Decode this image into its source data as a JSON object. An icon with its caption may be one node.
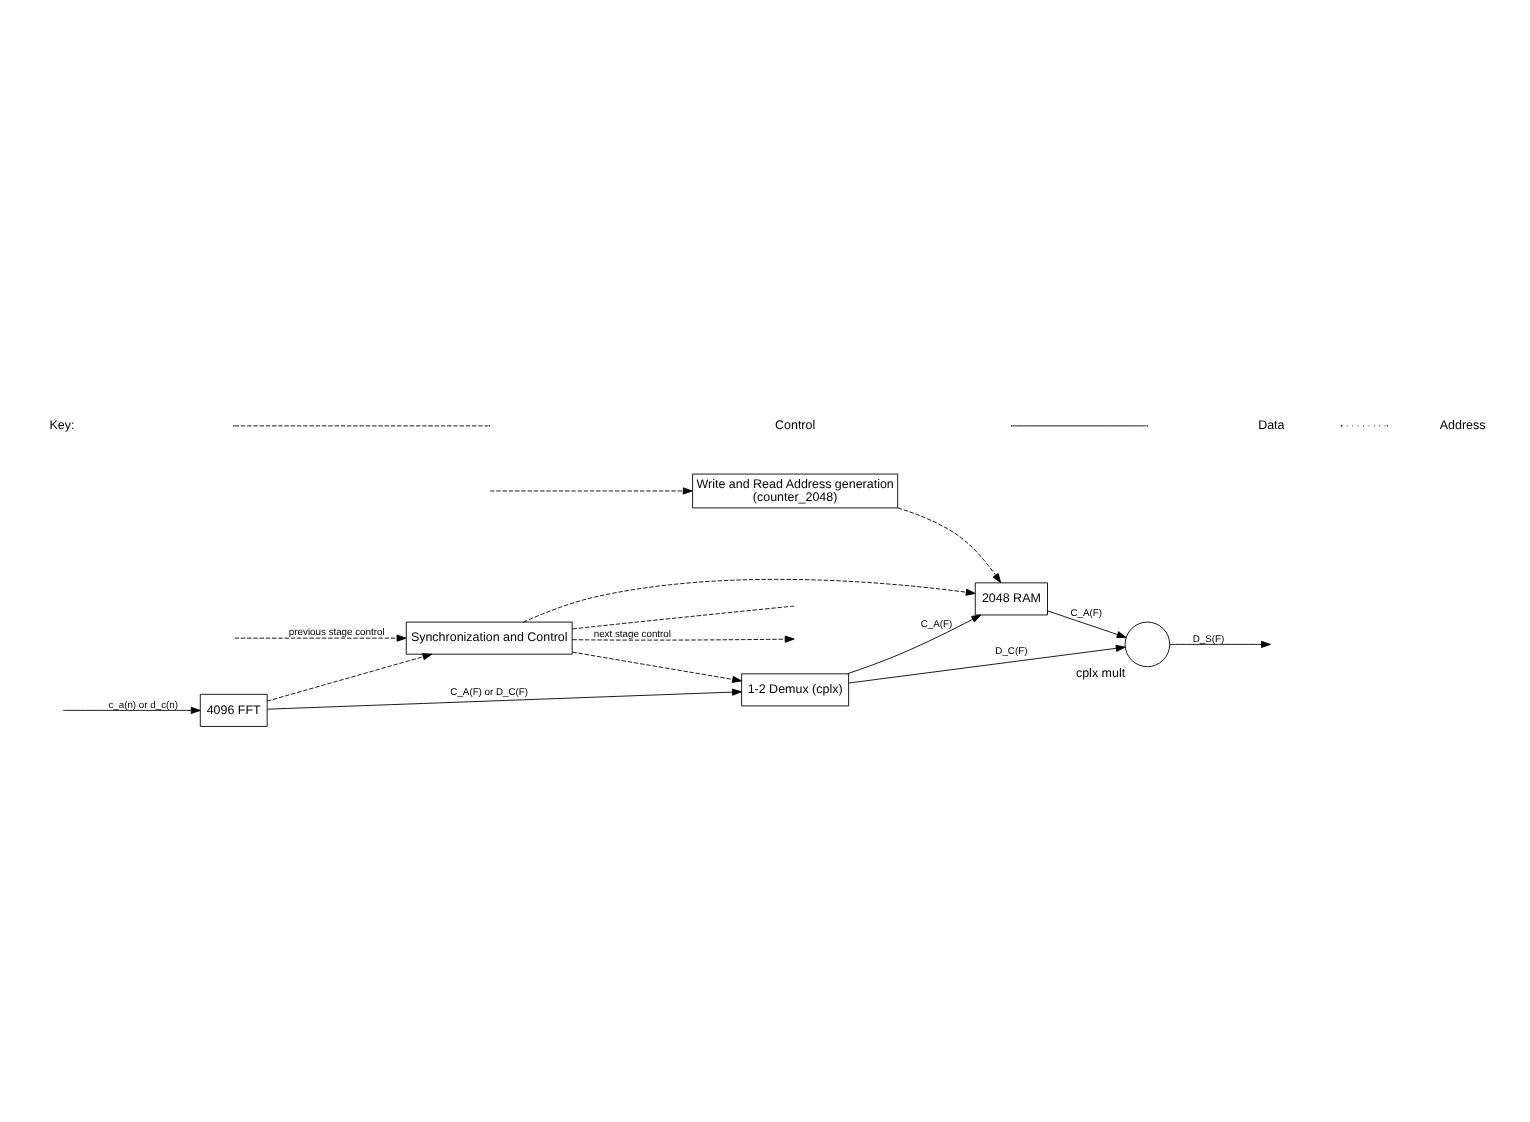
{
  "diagram": {
    "nodes": [
      {
        "text": [
          "Write and Read Address generation",
          "(counter_2048)"
        ]
      },
      {
        "text": [
          "4096 FFT"
        ]
      },
      {
        "text": [
          "1-2 Demux (cplx)"
        ]
      },
      {
        "text": [
          "2048 RAM"
        ]
      },
      {
        "text": [],
        "shape": "circle",
        "beside": [
          "cplx mult"
        ]
      },
      {
        "text": [
          "Synchronization and Control"
        ]
      }
    ],
    "edges": [
      {
        "from": null,
        "to": 1,
        "arrow": "to",
        "label": "c_a(n) or d_c(n)"
      },
      {
        "from": 1,
        "to": 2,
        "arrow": "to",
        "label": "C_A(F) or D_C(F)"
      },
      {
        "from": 2,
        "to": 3,
        "arrow": "to",
        "label": "C_A(F)"
      },
      {
        "from": 3,
        "to": 4,
        "arrow": "to",
        "label": "C_A(F)"
      },
      {
        "from": 2,
        "to": 4,
        "arrow": "to",
        "label": "D_C(F)"
      },
      {
        "from": 4,
        "to": null,
        "arrow": "to",
        "label": "D_S(F)"
      },
      {
        "from": 0,
        "to": 3,
        "arrow": "to",
        "style": "dashed"
      },
      {
        "from": null,
        "to": 0,
        "arrow": "to",
        "style": "dashed"
      },
      {
        "from": 1,
        "to": 5,
        "arrow": "to",
        "style": "dashed"
      },
      {
        "from": 5,
        "to": 2,
        "arrow": "to",
        "style": "dashed"
      },
      {
        "from": 5,
        "to": 3,
        "arrow": "to",
        "style": "dashed"
      },
      {
        "from": 5,
        "to": null,
        "arrow": "none",
        "style": "dashed"
      },
      {
        "from": 5,
        "to": null,
        "arrow": "to",
        "style": "dashed",
        "label": "next stage control"
      },
      {
        "from": null,
        "to": 5,
        "arrow": "to",
        "style": "dashed",
        "label": "previous stage control"
      }
    ],
    "labels": [
      "Key:"
    ],
    "legend": [
      {
        "text": "Control"
      },
      {
        "text": "Data"
      },
      {
        "text": "Address"
      }
    ]
  }
}
